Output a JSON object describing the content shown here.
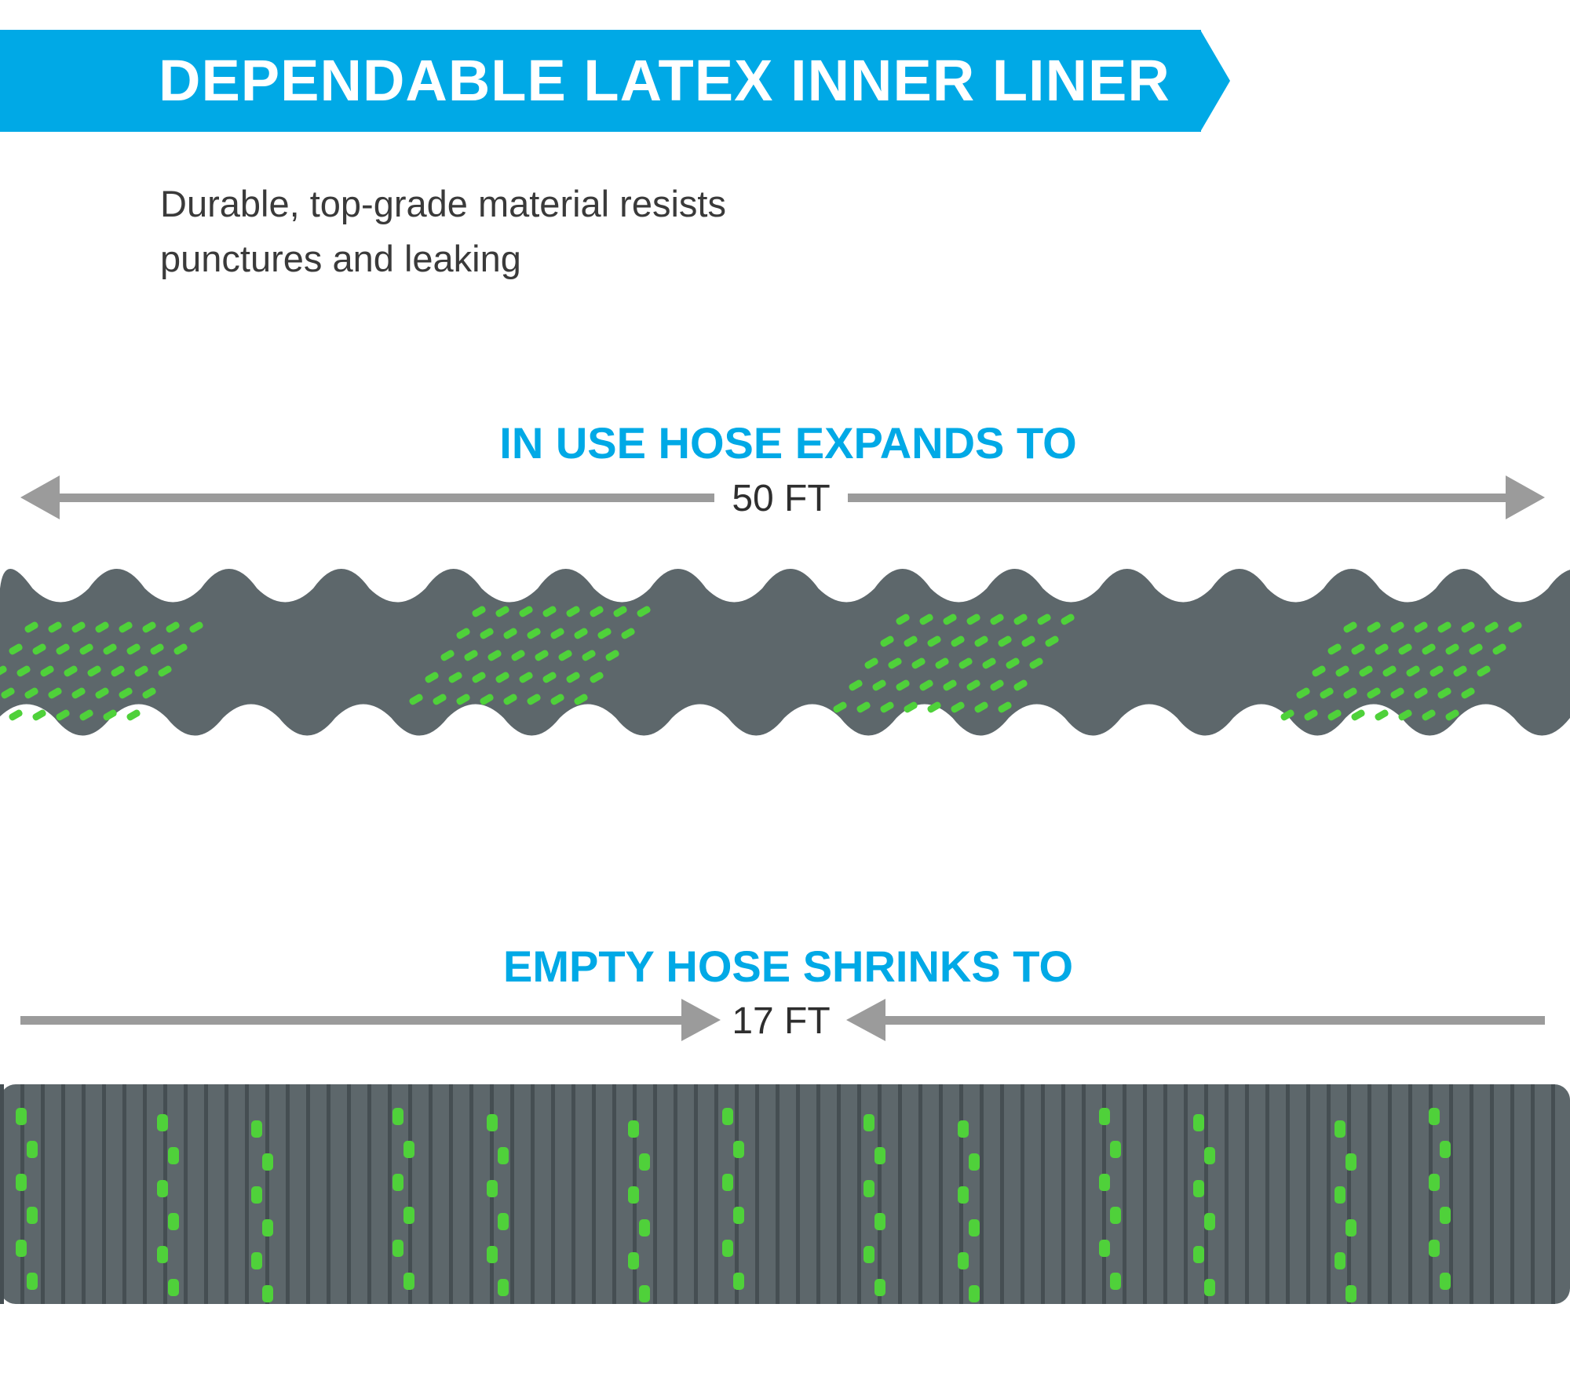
{
  "banner": {
    "title": "DEPENDABLE LATEX INNER LINER"
  },
  "subtitle": {
    "line1": "Durable, top-grade material resists",
    "line2": "punctures and leaking"
  },
  "expanded": {
    "heading": "IN USE HOSE EXPANDS TO",
    "length": "50 FT"
  },
  "contracted": {
    "heading": "EMPTY HOSE SHRINKS TO",
    "length": "17 FT"
  },
  "colors": {
    "accent": "#00a9e6",
    "arrow": "#9b9b9b",
    "hose_gray": "#5d676b",
    "hose_green": "#4fd13a"
  }
}
